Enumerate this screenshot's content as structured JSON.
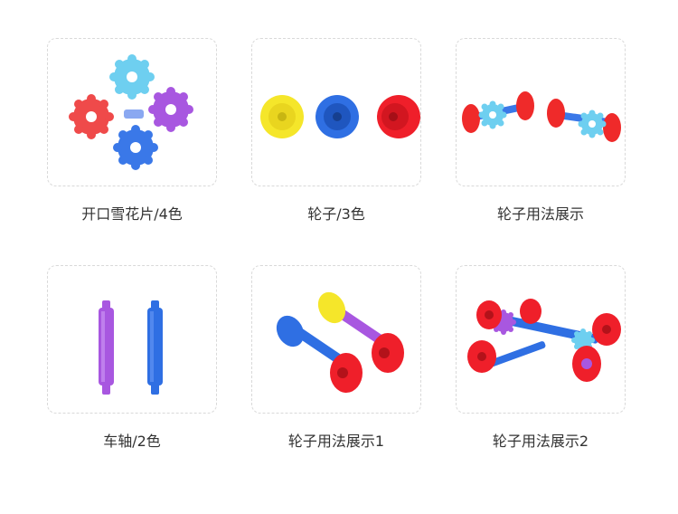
{
  "items": [
    {
      "caption": "开口雪花片/4色",
      "image": "snowflake-pieces"
    },
    {
      "caption": "轮子/3色",
      "image": "wheels"
    },
    {
      "caption": "轮子用法展示",
      "image": "wheel-usage"
    },
    {
      "caption": "车轴/2色",
      "image": "axles"
    },
    {
      "caption": "轮子用法展示1",
      "image": "wheel-usage-1"
    },
    {
      "caption": "轮子用法展示2",
      "image": "wheel-usage-2"
    }
  ],
  "colors": {
    "cyan": "#6ecff0",
    "red": "#ef3b3b",
    "purple": "#a857e0",
    "blue": "#2f6fe3",
    "yellow": "#f5e62a",
    "border": "#d9d9d9",
    "text": "#333333"
  }
}
